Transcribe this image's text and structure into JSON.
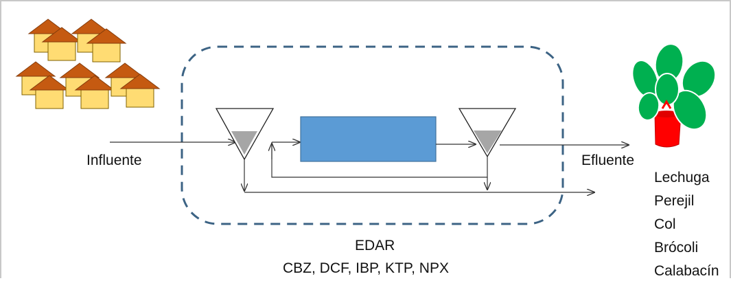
{
  "labels": {
    "influent": "Influente",
    "effluent": "Efluente",
    "plant": "EDAR",
    "compounds": "CBZ, DCF, IBP, KTP, NPX"
  },
  "crops": [
    "Lechuga",
    "Perejil",
    "Col",
    "Brócoli",
    "Calabacín"
  ],
  "colors": {
    "boundary": "#3c6384",
    "reactor": "#5b9bd5",
    "sludge": "#a6a6a6",
    "house_wall": "#ffdc73",
    "house_roof": "#c55a11",
    "leaf": "#00b050",
    "pot": "#ff0000",
    "line": "#333333"
  }
}
